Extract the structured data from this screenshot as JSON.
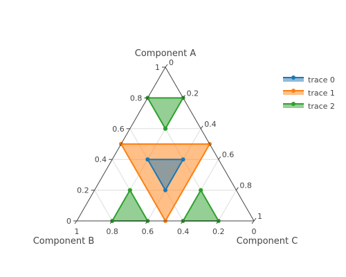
{
  "chart_data": {
    "type": "ternary",
    "axes": {
      "a": {
        "title": "Component A",
        "range": [
          0,
          1
        ]
      },
      "b": {
        "title": "Component B",
        "range": [
          0,
          1
        ]
      },
      "c": {
        "title": "Component C",
        "range": [
          0,
          1
        ]
      }
    },
    "tick_values": [
      0.2,
      0.4,
      0.6,
      0.8
    ],
    "tick_labels": {
      "a": [
        "0",
        "0.2",
        "0.4",
        "0.6",
        "0.8",
        "1"
      ],
      "b": [
        "1",
        "0.8",
        "0.6",
        "0.4",
        "0.2",
        "0"
      ],
      "c": [
        "0",
        "0.2",
        "0.4",
        "0.6",
        "0.8",
        "1"
      ]
    },
    "grid": true,
    "legend_position": "top-right",
    "series": [
      {
        "name": "trace 0",
        "color": "#1f77b4",
        "fill": "toself",
        "points": [
          {
            "a": 0.4,
            "b": 0.4,
            "c": 0.2
          },
          {
            "a": 0.4,
            "b": 0.2,
            "c": 0.4
          },
          {
            "a": 0.2,
            "b": 0.4,
            "c": 0.4
          },
          {
            "a": 0.4,
            "b": 0.4,
            "c": 0.2
          }
        ]
      },
      {
        "name": "trace 1",
        "color": "#ff7f0e",
        "fill": "toself",
        "points": [
          {
            "a": 0.5,
            "b": 0.5,
            "c": 0.0
          },
          {
            "a": 0.5,
            "b": 0.0,
            "c": 0.5
          },
          {
            "a": 0.0,
            "b": 0.5,
            "c": 0.5
          },
          {
            "a": 0.5,
            "b": 0.5,
            "c": 0.0
          }
        ]
      },
      {
        "name": "trace 2",
        "color": "#2ca02c",
        "fill": "toself",
        "points": [
          {
            "a": 0.8,
            "b": 0.2,
            "c": 0.0
          },
          {
            "a": 0.8,
            "b": 0.0,
            "c": 0.2
          },
          {
            "a": 0.6,
            "b": 0.2,
            "c": 0.2
          },
          {
            "a": 0.6,
            "b": 0.2,
            "c": 0.2
          },
          {
            "a": 0.6,
            "b": 0.2,
            "c": 0.2
          },
          {
            "a": 0.8,
            "b": 0.2,
            "c": 0.0
          }
        ],
        "extra_triangles": [
          [
            {
              "a": 0.2,
              "b": 0.6,
              "c": 0.2
            },
            {
              "a": 0.0,
              "b": 0.8,
              "c": 0.2
            },
            {
              "a": 0.0,
              "b": 0.6,
              "c": 0.4
            },
            {
              "a": 0.2,
              "b": 0.6,
              "c": 0.2
            }
          ],
          [
            {
              "a": 0.2,
              "b": 0.2,
              "c": 0.6
            },
            {
              "a": 0.0,
              "b": 0.4,
              "c": 0.6
            },
            {
              "a": 0.0,
              "b": 0.2,
              "c": 0.8
            },
            {
              "a": 0.2,
              "b": 0.2,
              "c": 0.6
            }
          ]
        ]
      }
    ]
  }
}
